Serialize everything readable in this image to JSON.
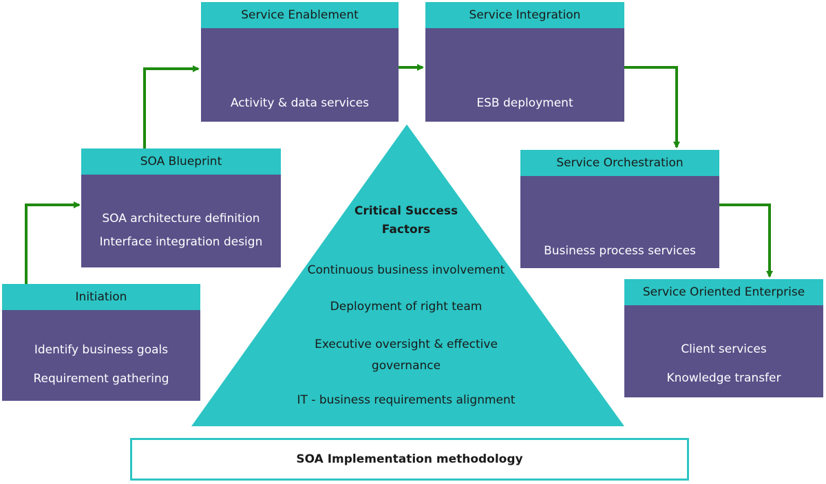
{
  "stages": {
    "initiation": {
      "title": "Initiation",
      "lines": [
        "Identify business goals",
        "Requirement gathering"
      ]
    },
    "blueprint": {
      "title": "SOA Blueprint",
      "lines": [
        "SOA architecture definition",
        "Interface integration design"
      ]
    },
    "enablement": {
      "title": "Service Enablement",
      "lines": [
        "Activity & data services"
      ]
    },
    "integration": {
      "title": "Service Integration",
      "lines": [
        "ESB deployment"
      ]
    },
    "orchestration": {
      "title": "Service Orchestration",
      "lines": [
        "Business process services"
      ]
    },
    "enterprise": {
      "title": "Service Oriented Enterprise",
      "lines": [
        "Client services",
        "Knowledge transfer"
      ]
    }
  },
  "csf": {
    "title_line1": "Critical Success",
    "title_line2": "Factors",
    "factors": [
      "Continuous business involvement",
      "Deployment of right team",
      "Executive oversight & effective",
      "governance",
      "IT - business requirements alignment"
    ]
  },
  "footer": {
    "label": "SOA Implementation methodology"
  },
  "colors": {
    "box": "#5a5189",
    "header": "#2cc4c4",
    "arrow": "#1f8a10"
  }
}
